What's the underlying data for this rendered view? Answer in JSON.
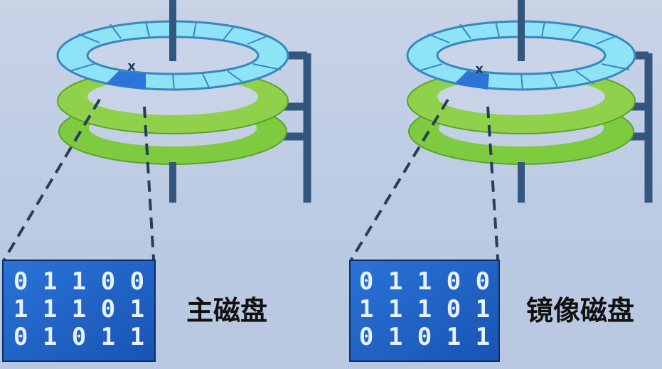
{
  "disks": [
    {
      "id": "primary",
      "label": "主磁盘",
      "sector_mark": "x",
      "bits": [
        "0 1 1 0 0",
        "1 1 1 0 1",
        "0 1 0 1 1"
      ]
    },
    {
      "id": "mirror",
      "label": "镜像磁盘",
      "sector_mark": "x",
      "bits": [
        "0 1 1 0 0",
        "1 1 1 0 1",
        "0 1 0 1 1"
      ]
    }
  ],
  "colors": {
    "platter_top": "#8fe3f6",
    "platter_top_segment": "#b6f0fb",
    "platter_green": "#8fd14a",
    "platter_green_dark": "#6cb83a",
    "highlight_sector": "#2c74d6",
    "frame": "#33567e",
    "block_blue": "#1f63c9",
    "dash": "#273d5c"
  }
}
